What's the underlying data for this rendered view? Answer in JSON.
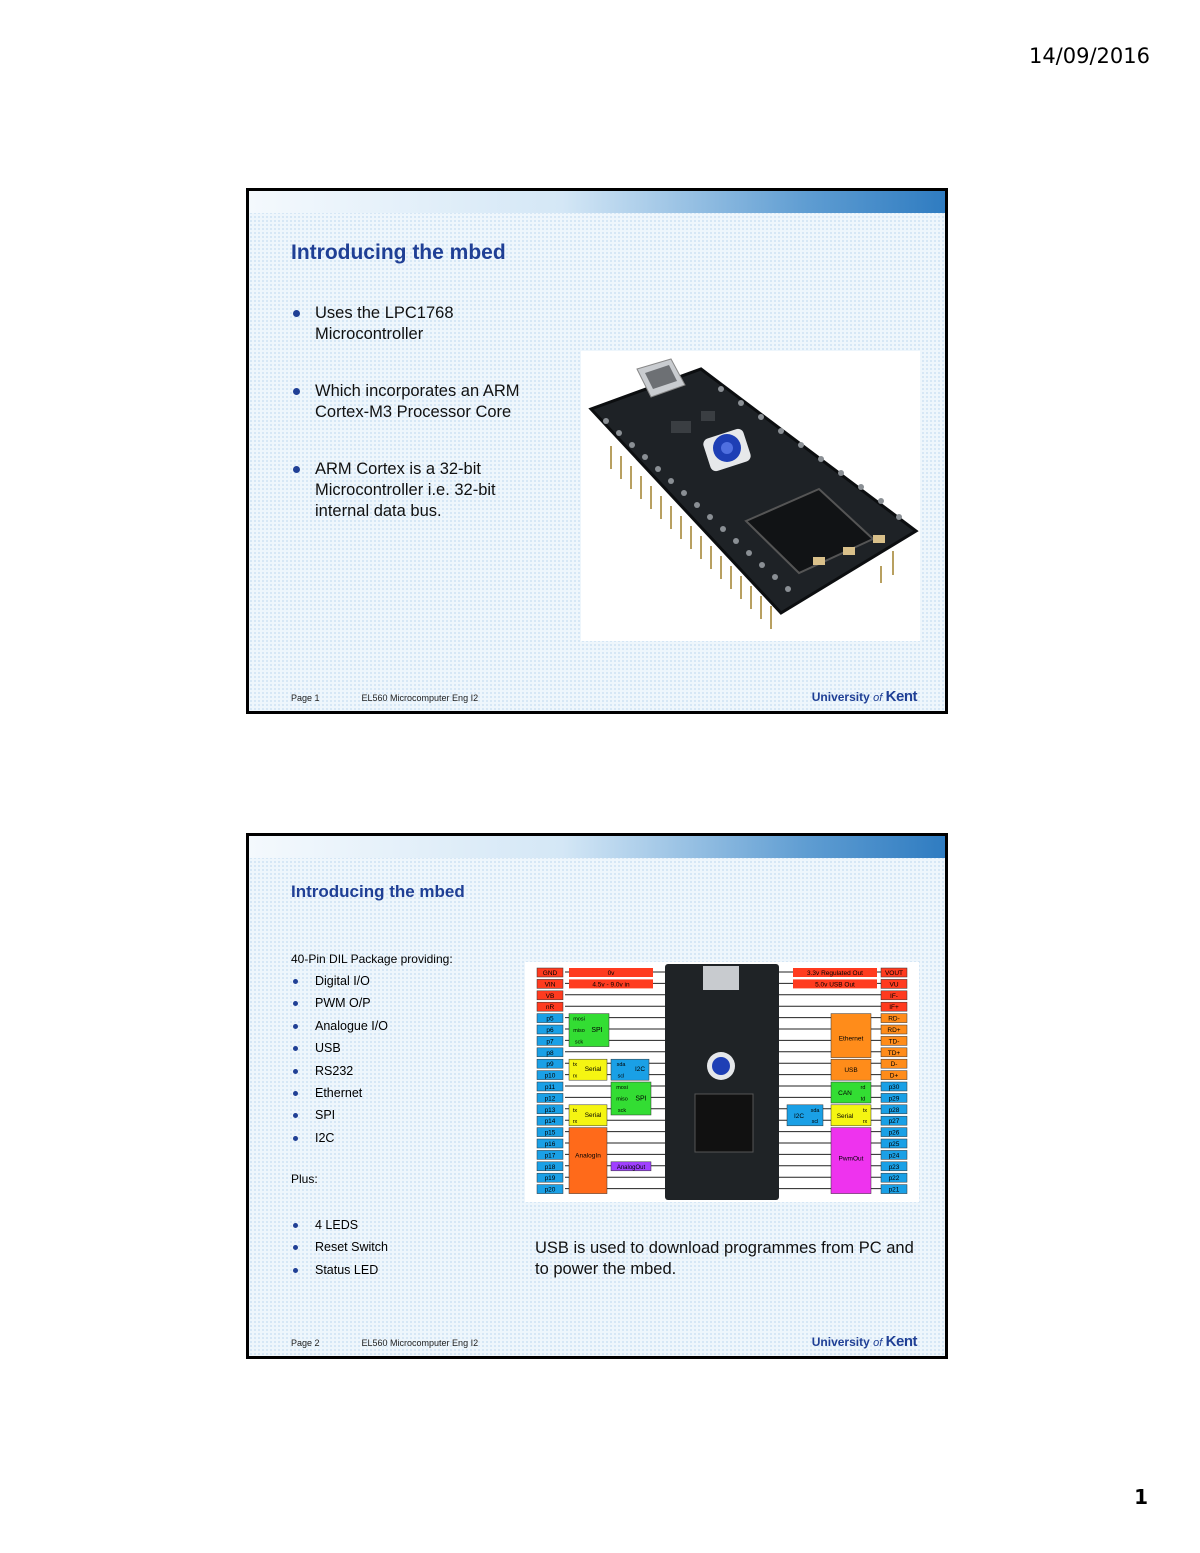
{
  "header": {
    "date": "14/09/2016"
  },
  "page_number": "1",
  "slides": [
    {
      "title": "Introducing the mbed",
      "bullets": [
        "Uses the LPC1768 Microcontroller",
        "Which incorporates an ARM Cortex-M3 Processor Core",
        "ARM Cortex is a 32-bit Microcontroller i.e. 32-bit internal data bus."
      ],
      "footer": {
        "page": "Page 1",
        "course": "EL560 Microcomputer Eng I2"
      },
      "logo": {
        "university": "University",
        "of": "of",
        "kent": "Kent"
      }
    },
    {
      "title": "Introducing the mbed",
      "intro": "40-Pin DIL Package providing:",
      "features": [
        "Digital I/O",
        "PWM O/P",
        "Analogue I/O",
        "USB",
        "RS232",
        "Ethernet",
        "SPI",
        "I2C"
      ],
      "plus_label": "Plus:",
      "extras": [
        "4 LEDS",
        "Reset Switch",
        "Status LED"
      ],
      "caption": "USB is used to download programmes from PC and to power the mbed.",
      "footer": {
        "page": "Page 2",
        "course": "EL560 Microcomputer Eng I2"
      },
      "logo": {
        "university": "University",
        "of": "of",
        "kent": "Kent"
      },
      "pinout": {
        "left_pins": [
          "GND",
          "VIN",
          "VB",
          "nR",
          "p5",
          "p6",
          "p7",
          "p8",
          "p9",
          "p10",
          "p11",
          "p12",
          "p13",
          "p14",
          "p15",
          "p16",
          "p17",
          "p18",
          "p19",
          "p20"
        ],
        "right_pins": [
          "VOUT",
          "VU",
          "IF-",
          "IF+",
          "RD-",
          "RD+",
          "TD-",
          "TD+",
          "D-",
          "D+",
          "p30",
          "p29",
          "p28",
          "p27",
          "p26",
          "p25",
          "p24",
          "p23",
          "p22",
          "p21"
        ],
        "left_power": [
          "0v",
          "4.5v - 9.0v in"
        ],
        "right_power": [
          "3.3v Regulated Out",
          "5.0v USB Out"
        ],
        "blocks": [
          "SPI",
          "mosi",
          "miso",
          "sck",
          "Serial",
          "tx",
          "rx",
          "I2C",
          "sda",
          "scl",
          "SPI",
          "mosi",
          "miso",
          "sck",
          "Serial",
          "tx",
          "rx",
          "AnalogIn",
          "AnalogOut",
          "Ethernet",
          "USB",
          "CAN",
          "rd",
          "td",
          "I2C",
          "sda",
          "scl",
          "Serial",
          "tx",
          "rx",
          "PwmOut"
        ]
      }
    }
  ],
  "colors": {
    "title_blue": "#1f3f95",
    "power_red": "#ff3b1f",
    "pin_blue": "#1aa0e6",
    "block_green": "#33dd33",
    "block_yellow": "#f5f512",
    "block_orange": "#ff8c1a",
    "block_magenta": "#ee33ee",
    "block_purple": "#a040ff",
    "block_darkorange": "#ff6a1a"
  }
}
